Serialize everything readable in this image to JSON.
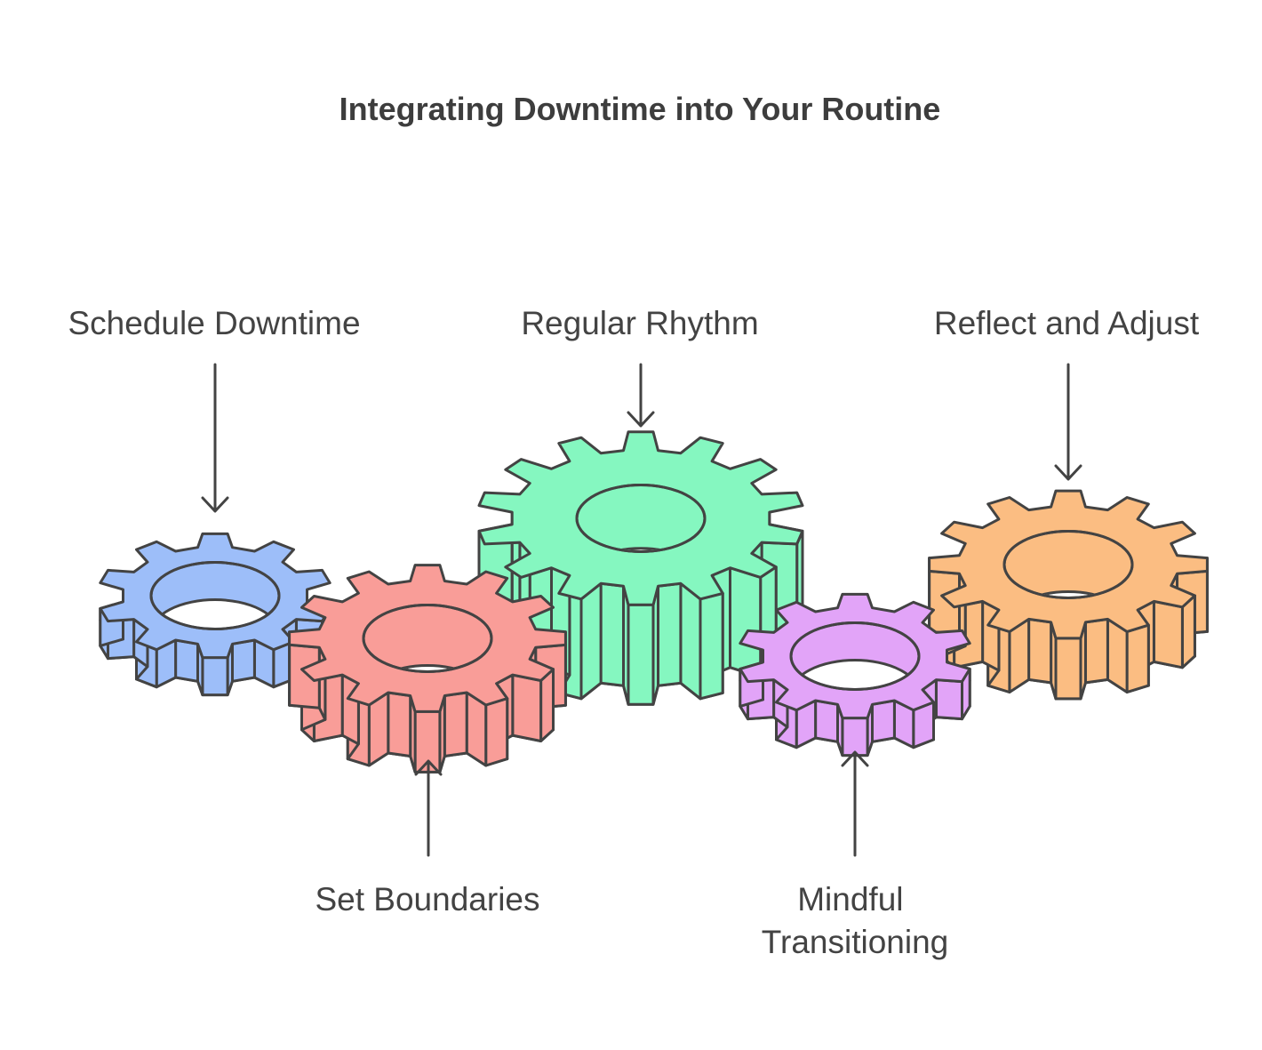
{
  "title": "Integrating Downtime into Your Routine",
  "steps": [
    {
      "label": "Schedule Downtime",
      "color": "#9dbef9",
      "dark": "#7fa3e6",
      "label_position": "top"
    },
    {
      "label": "Set Boundaries",
      "color": "#f99d98",
      "dark": "#e2827d",
      "label_position": "bottom"
    },
    {
      "label": "Regular Rhythm",
      "color": "#85f7c0",
      "dark": "#67dea5",
      "label_position": "top"
    },
    {
      "label_lines": [
        "Mindful",
        "Transitioning"
      ],
      "color": "#e2a4f8",
      "dark": "#c789df",
      "label_position": "bottom"
    },
    {
      "label": "Reflect and Adjust",
      "color": "#fbbd82",
      "dark": "#e5a468",
      "label_position": "top"
    }
  ],
  "icons": [
    "gear-icon",
    "arrow-down-icon",
    "arrow-up-icon"
  ]
}
